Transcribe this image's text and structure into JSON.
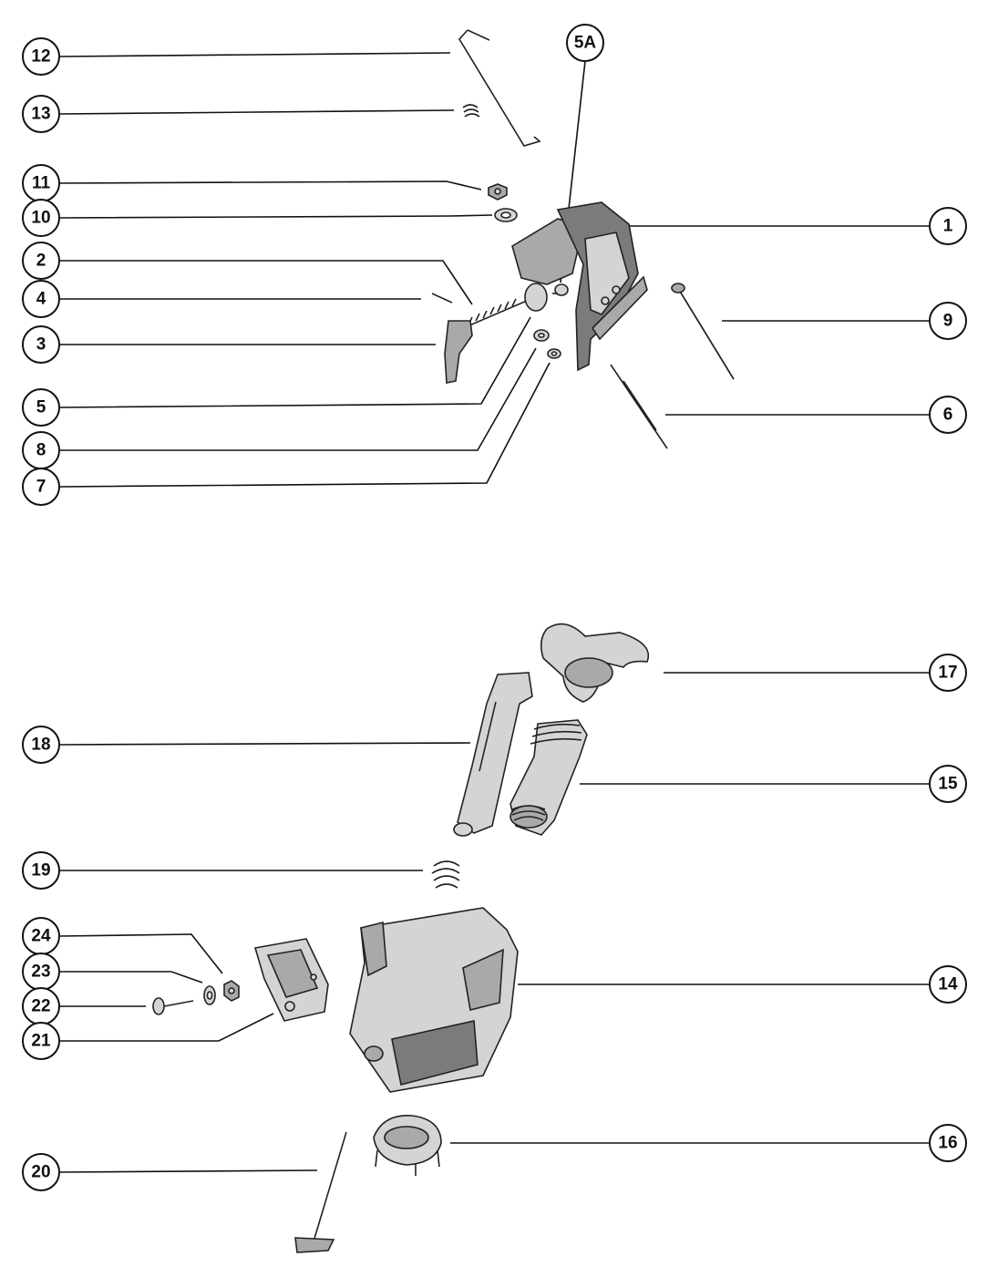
{
  "callouts": {
    "c1": "1",
    "c2": "2",
    "c3": "3",
    "c4": "4",
    "c5": "5",
    "c5a": "5A",
    "c6": "6",
    "c7": "7",
    "c8": "8",
    "c9": "9",
    "c10": "10",
    "c11": "11",
    "c12": "12",
    "c13": "13",
    "c14": "14",
    "c15": "15",
    "c16": "16",
    "c17": "17",
    "c18": "18",
    "c19": "19",
    "c20": "20",
    "c21": "21",
    "c22": "22",
    "c23": "23",
    "c24": "24"
  }
}
